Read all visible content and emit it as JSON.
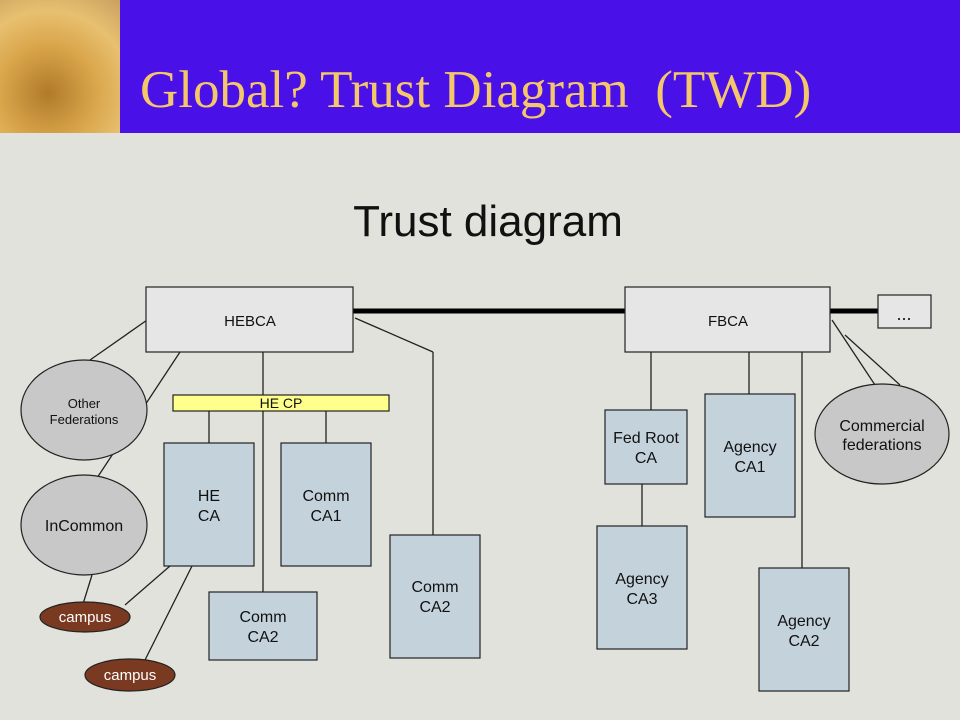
{
  "slide_title": "Global? Trust Diagram  (TWD)",
  "diagram": {
    "title": "Trust diagram",
    "hebca": "HEBCA",
    "fbca": "FBCA",
    "more": "...",
    "he_cp": "HE CP",
    "other_federations": [
      "Other",
      "Federations"
    ],
    "incommon": "InCommon",
    "campus_1": "campus",
    "campus_2": "campus",
    "he_ca": [
      "HE",
      "CA"
    ],
    "comm_ca1": [
      "Comm",
      "CA1"
    ],
    "comm_ca2_low": [
      "Comm",
      "CA2"
    ],
    "comm_ca2_right": [
      "Comm",
      "CA2"
    ],
    "fed_root_ca": [
      "Fed Root",
      "CA"
    ],
    "agency_ca1": [
      "Agency",
      "CA1"
    ],
    "agency_ca3": [
      "Agency",
      "CA3"
    ],
    "agency_ca2": [
      "Agency",
      "CA2"
    ],
    "commercial_federations": [
      "Commercial",
      "federations"
    ]
  }
}
